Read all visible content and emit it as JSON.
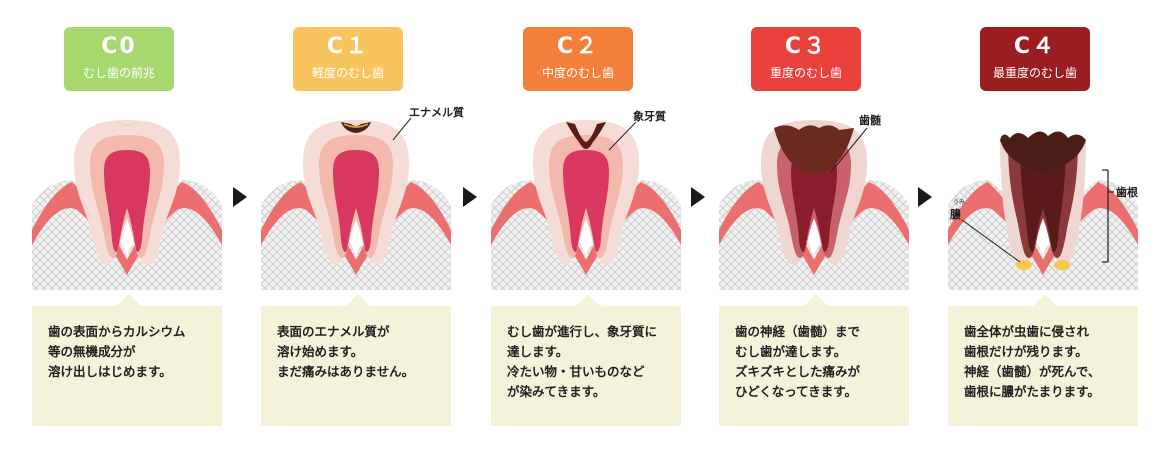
{
  "colors": {
    "c0": "#a6d86f",
    "c1": "#f7c45e",
    "c2": "#f3803a",
    "c3": "#e9413b",
    "c4": "#9c1d20",
    "description_bg": "#f4f2d8",
    "arrow": "#1a1a1a"
  },
  "stages": [
    {
      "code": "C0",
      "name": "むし歯の前兆",
      "description": [
        "歯の表面からカルシウム",
        "等の無機成分が",
        "溶け出しはじめます。"
      ]
    },
    {
      "code": "C１",
      "name": "軽度のむし歯",
      "description": [
        "表面のエナメル質が",
        "溶け始めます。",
        "まだ痛みはありません。"
      ]
    },
    {
      "code": "C２",
      "name": "中度のむし歯",
      "description": [
        "むし歯が進行し、象牙質に",
        "達します。",
        "冷たい物・甘いものなど",
        "が染みてきます。"
      ]
    },
    {
      "code": "C３",
      "name": "重度のむし歯",
      "description": [
        "歯の神経（歯髄）まで",
        "むし歯が達します。",
        "ズキズキとした痛みが",
        "ひどくなってきます。"
      ]
    },
    {
      "code": "C４",
      "name": "最重度のむし歯",
      "description": [
        "歯全体が虫歯に侵され",
        "歯根だけが残ります。",
        "神経（歯髄）が死んで、",
        "歯根に膿がたまります。"
      ]
    }
  ],
  "callouts": {
    "enamel": "エナメル質",
    "dentin": "象牙質",
    "pulp": "歯髄",
    "root": "歯根",
    "pus": "膿",
    "pus_reading": "うみ"
  },
  "icons": [
    "triangle-right-arrow-icon"
  ]
}
